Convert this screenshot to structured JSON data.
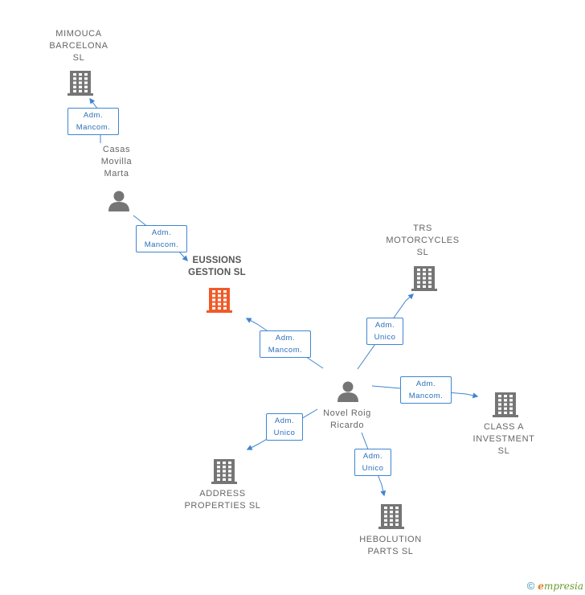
{
  "colors": {
    "company": "#757575",
    "focus_company": "#f05a28",
    "person": "#757575",
    "edge": "#3f85d1",
    "edge_label_text": "#2a6fb8"
  },
  "nodes": [
    {
      "id": "mimouca",
      "kind": "company",
      "icon": "building-icon",
      "label_lines": [
        "MIMOUCA",
        "BARCELONA",
        "SL"
      ]
    },
    {
      "id": "casas",
      "kind": "person",
      "icon": "person-icon",
      "label_lines": [
        "Casas",
        "Movilla",
        "Marta"
      ]
    },
    {
      "id": "eussions",
      "kind": "company",
      "focus": true,
      "icon": "building-icon",
      "label_lines": [
        "EUSSIONS",
        "GESTION SL"
      ]
    },
    {
      "id": "trs",
      "kind": "company",
      "icon": "building-icon",
      "label_lines": [
        "TRS",
        "MOTORCYCLES",
        "SL"
      ]
    },
    {
      "id": "novel",
      "kind": "person",
      "icon": "person-icon",
      "label_lines": [
        "Novel Roig",
        "Ricardo"
      ]
    },
    {
      "id": "classa",
      "kind": "company",
      "icon": "building-icon",
      "label_lines": [
        "CLASS A",
        "INVESTMENT",
        "SL"
      ]
    },
    {
      "id": "address",
      "kind": "company",
      "icon": "building-icon",
      "label_lines": [
        "ADDRESS",
        "PROPERTIES  SL"
      ]
    },
    {
      "id": "hebolution",
      "kind": "company",
      "icon": "building-icon",
      "label_lines": [
        "HEBOLUTION",
        "PARTS  SL"
      ]
    }
  ],
  "edges": [
    {
      "id": "casas-mimouca",
      "from": "casas",
      "to": "mimouca",
      "label_lines": [
        "Adm.",
        "Mancom."
      ]
    },
    {
      "id": "casas-eussions",
      "from": "casas",
      "to": "eussions",
      "label_lines": [
        "Adm.",
        "Mancom."
      ]
    },
    {
      "id": "novel-eussions",
      "from": "novel",
      "to": "eussions",
      "label_lines": [
        "Adm.",
        "Mancom."
      ]
    },
    {
      "id": "novel-trs",
      "from": "novel",
      "to": "trs",
      "label_lines": [
        "Adm.",
        "Unico"
      ]
    },
    {
      "id": "novel-classa",
      "from": "novel",
      "to": "classa",
      "label_lines": [
        "Adm.",
        "Mancom."
      ]
    },
    {
      "id": "novel-address",
      "from": "novel",
      "to": "address",
      "label_lines": [
        "Adm.",
        "Unico"
      ]
    },
    {
      "id": "novel-hebolution",
      "from": "novel",
      "to": "hebolution",
      "label_lines": [
        "Adm.",
        "Unico"
      ]
    }
  ],
  "footer": {
    "copyright_symbol": "©",
    "brand_initial": "e",
    "brand_rest": "mpresia"
  }
}
